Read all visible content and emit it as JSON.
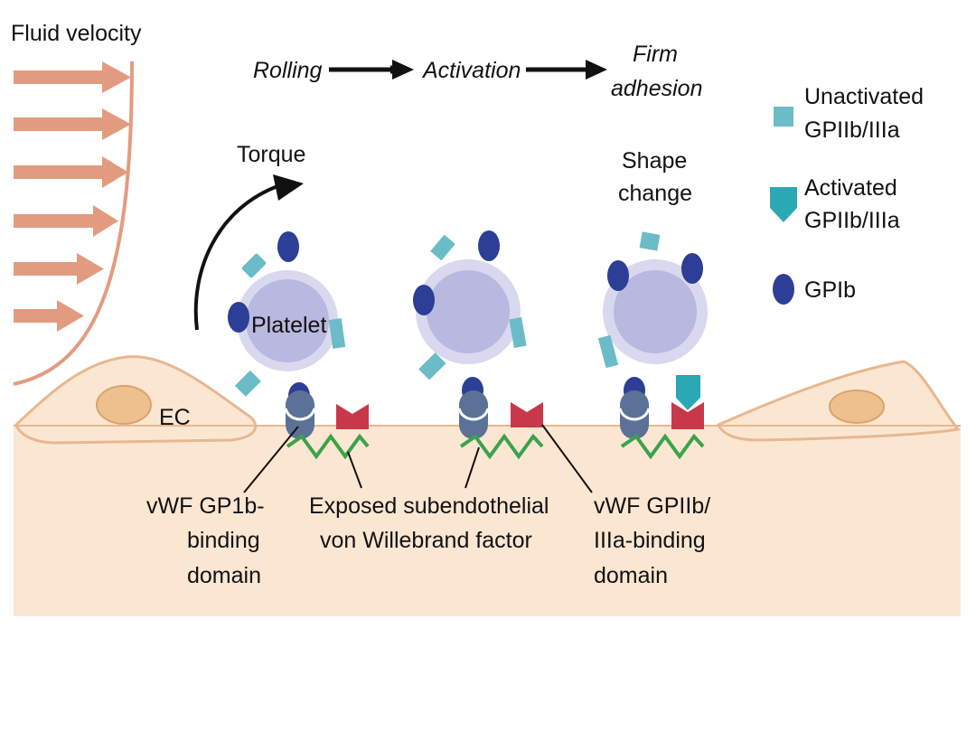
{
  "labels": {
    "fluid_velocity": "Fluid velocity",
    "steps": [
      "Rolling",
      "Activation",
      "Firm",
      "adhesion"
    ],
    "torque": "Torque",
    "platelet": "Platelet",
    "shape_change": [
      "Shape",
      "change"
    ],
    "ec": "EC",
    "vwf_gp1b": [
      "vWF GP1b-",
      "binding",
      "domain"
    ],
    "exposed_vwf": [
      "Exposed subendothelial",
      "von Willebrand factor"
    ],
    "vwf_gpiib": [
      "vWF GPIIb/",
      "IIIa-binding",
      "domain"
    ]
  },
  "legend": {
    "unactivated": [
      "Unactivated",
      "GPIIb/IIIa"
    ],
    "activated": [
      "Activated",
      "GPIIb/IIIa"
    ],
    "gpib": "GPIb"
  },
  "colors": {
    "background_tissue": "#fbe6d2",
    "flow_arrows": "#e39b80",
    "platelet_halo": "#d8d8ee",
    "platelet_body": "#b8b8e0",
    "gpib": "#2c3e95",
    "gpiib_unactivated": "#6bbcc6",
    "gpiib_activated": "#2aa8b3",
    "vwf_gp1b_domain": "#5b7196",
    "vwf_gpiib_domain": "#c8384b",
    "vwf_fiber": "#3aa34a",
    "endothelial_cell": "#fbe6d2",
    "nucleus": "#eec08d"
  }
}
